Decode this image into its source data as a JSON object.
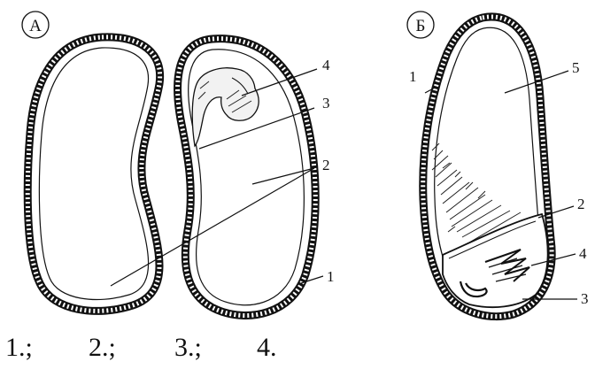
{
  "panels": {
    "a": {
      "label": "А"
    },
    "b": {
      "label": "Б"
    }
  },
  "labels_a": [
    "4",
    "3",
    "2",
    "1"
  ],
  "labels_b": [
    "1",
    "5",
    "2",
    "4",
    "3"
  ],
  "caption": [
    "1.;",
    "2.;",
    "3.;",
    "4."
  ],
  "colors": {
    "ink": "#111111",
    "background": "#ffffff"
  }
}
